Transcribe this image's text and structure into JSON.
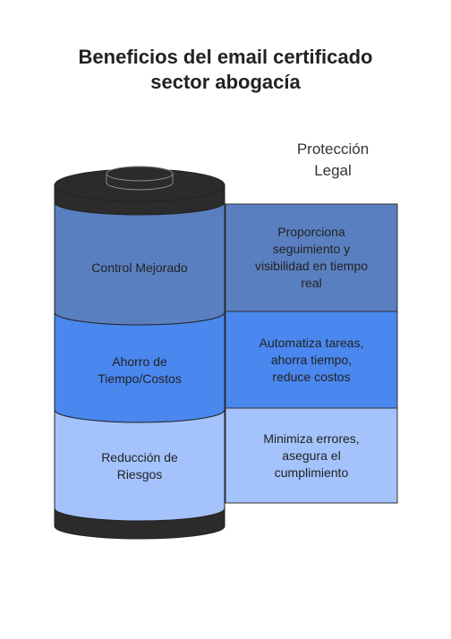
{
  "title_line1": "Beneficios del email certificado",
  "title_line2": "sector abogacía",
  "column_title_line1": "Protección",
  "column_title_line2": "Legal",
  "layers": [
    {
      "label_lines": [
        "Control Mejorado"
      ],
      "description_lines": [
        "Proporciona",
        "seguimiento y",
        "visibilidad en tiempo",
        "real"
      ],
      "color": "#5a7fc0"
    },
    {
      "label_lines": [
        "Ahorro de",
        "Tiempo/Costos"
      ],
      "description_lines": [
        "Automatiza tareas,",
        "ahorra tiempo,",
        "reduce costos"
      ],
      "color": "#4a87ee"
    },
    {
      "label_lines": [
        "Reducción de",
        "Riesgos"
      ],
      "description_lines": [
        "Minimiza errores,",
        "asegura el",
        "cumplimiento"
      ],
      "color": "#a4c3fc"
    }
  ],
  "colors": {
    "cap": "#2b2b2b",
    "outline": "#222222"
  }
}
